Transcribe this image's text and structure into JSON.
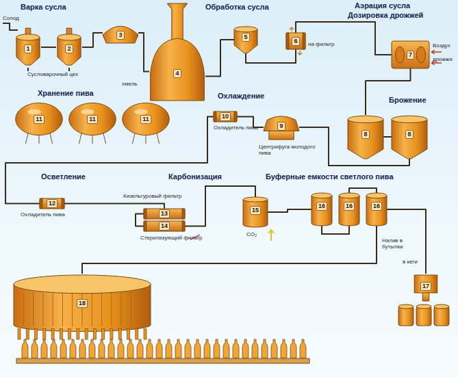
{
  "diagram": {
    "nodes": [
      {
        "text": [
          "1"
        ]
      },
      {
        "text": [
          "2"
        ]
      },
      {
        "text": [
          "3"
        ]
      },
      {
        "text": [
          "4"
        ]
      },
      {
        "text": [
          "5"
        ]
      },
      {
        "text": [
          "6"
        ]
      },
      {
        "text": [
          "7"
        ]
      },
      {
        "text": [
          "8"
        ]
      },
      {
        "text": [
          "8"
        ]
      },
      {
        "text": [
          "9"
        ]
      },
      {
        "text": [
          "10"
        ]
      },
      {
        "text": [
          "11"
        ]
      },
      {
        "text": [
          "11"
        ]
      },
      {
        "text": [
          "11"
        ]
      },
      {
        "text": [
          "12"
        ]
      },
      {
        "text": [
          "13"
        ]
      },
      {
        "text": [
          "14"
        ]
      },
      {
        "text": [
          "15"
        ]
      },
      {
        "text": [
          "16"
        ]
      },
      {
        "text": [
          "16"
        ]
      },
      {
        "text": [
          "16"
        ]
      },
      {
        "text": [
          "17"
        ]
      },
      {
        "text": [
          "18"
        ]
      }
    ],
    "edges": [
      {
        "from": 0,
        "to": 1,
        "arrow": "none"
      },
      {
        "from": 1,
        "to": 2,
        "arrow": "none"
      },
      {
        "from": 2,
        "to": 3,
        "arrow": "none"
      },
      {
        "from": 3,
        "to": 4,
        "arrow": "none"
      },
      {
        "from": 4,
        "to": 5,
        "arrow": "none"
      },
      {
        "from": 5,
        "to": 6,
        "arrow": "none"
      },
      {
        "from": 6,
        "to": 7,
        "arrow": "none"
      },
      {
        "from": 7,
        "to": 8,
        "arrow": "none"
      },
      {
        "from": 8,
        "to": 9,
        "arrow": "none"
      },
      {
        "from": 9,
        "to": 10,
        "arrow": "none"
      },
      {
        "from": 10,
        "to": 14,
        "arrow": "none"
      },
      {
        "from": 14,
        "to": 15,
        "arrow": "none"
      },
      {
        "from": 15,
        "to": 16,
        "arrow": "none"
      },
      {
        "from": 16,
        "to": 17,
        "arrow": "none"
      },
      {
        "from": 17,
        "to": 18,
        "arrow": "none"
      },
      {
        "from": 18,
        "to": 19,
        "arrow": "none"
      },
      {
        "from": 19,
        "to": 20,
        "arrow": "none"
      },
      {
        "from": 20,
        "to": 21,
        "arrow": "none"
      },
      {
        "from": 20,
        "to": 22,
        "arrow": "none"
      }
    ],
    "labels": [
      "Варка сусла",
      "Солод",
      "Сусловарочный цех",
      "хмель",
      "Обработка сусла",
      "на фильтр",
      "Аэрация сусла",
      "Дозировка дрожжей",
      "Воздух",
      "дрожжи",
      "Хранение пива",
      "Охлаждение",
      "Охладитель пива",
      "Центрифуга молодого пива",
      "Брожение",
      "Осветление",
      "Охладитель пива",
      "Карбонизация",
      "Кизельгуровый фильтр",
      "Стерилизующий фильтр",
      "CO₂",
      "Буферные емкости светлого пива",
      "Налив в бутылки",
      "в кеги"
    ]
  }
}
